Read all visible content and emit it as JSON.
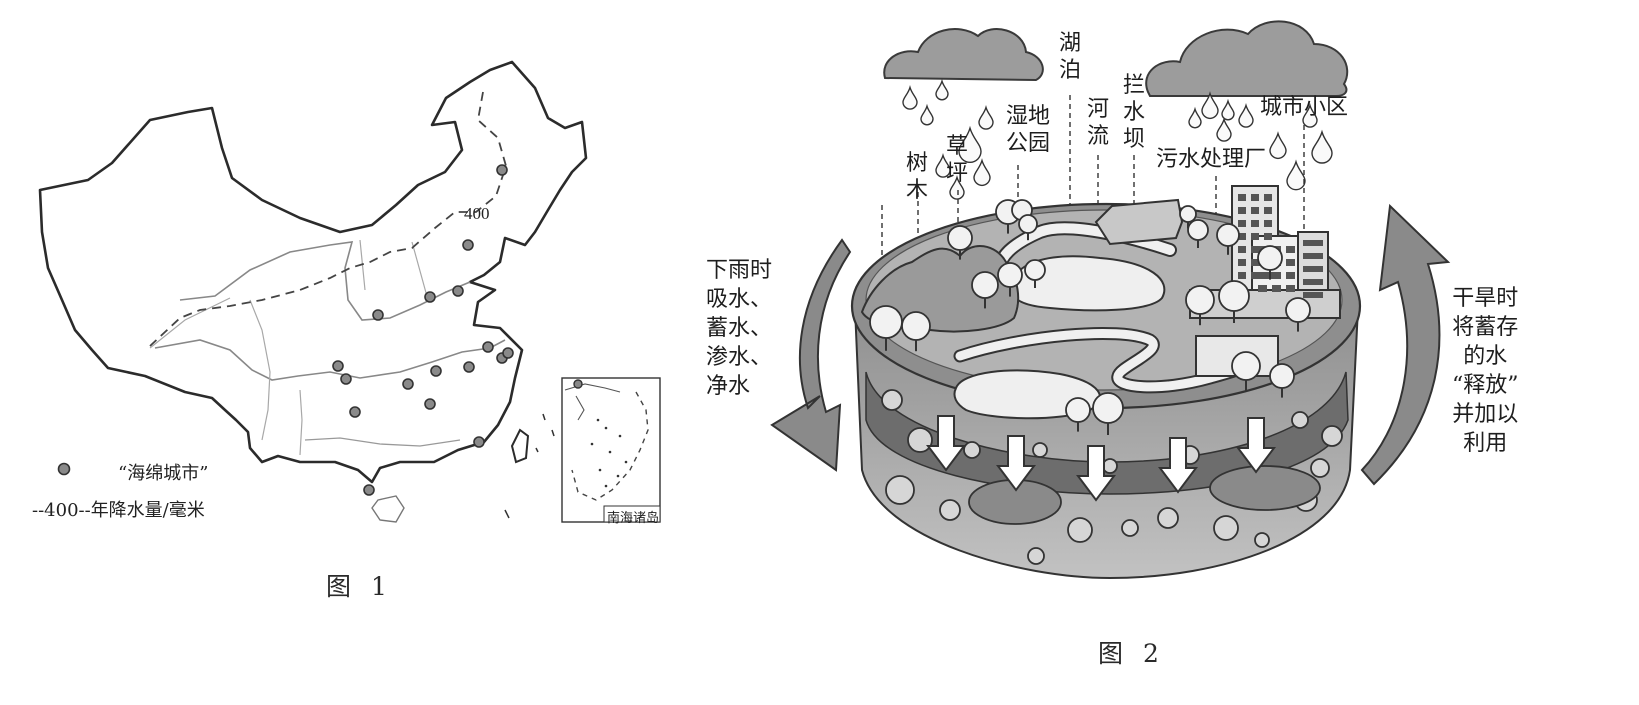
{
  "figure1": {
    "caption": "图 1",
    "legend": {
      "sponge_city": "“海绵城市”",
      "isohyet_prefix": "--400--",
      "isohyet_text": "年降水量/毫米"
    },
    "isohyet_value": "400",
    "inset_label": "南海诸岛"
  },
  "figure2": {
    "caption": "图 2",
    "labels": {
      "lake": "湖泊",
      "wetland_park": "湿地公园",
      "river": "河流",
      "dam": "拦水坝",
      "community": "城市小区",
      "lawn": "草坪",
      "trees": "树木",
      "sewage_plant": "污水处理厂"
    },
    "left_text": [
      "下雨时",
      "吸水、",
      "蓄水、",
      "渗水、",
      "净水"
    ],
    "right_text": [
      "干旱时",
      "将蓄存",
      "的水",
      "“释放”",
      "并加以",
      "利用"
    ]
  },
  "colors": {
    "line": "#2b2b2b",
    "gray_dark": "#6f6f6f",
    "gray_mid": "#9a9a9a",
    "gray_light": "#c9c9c9"
  }
}
